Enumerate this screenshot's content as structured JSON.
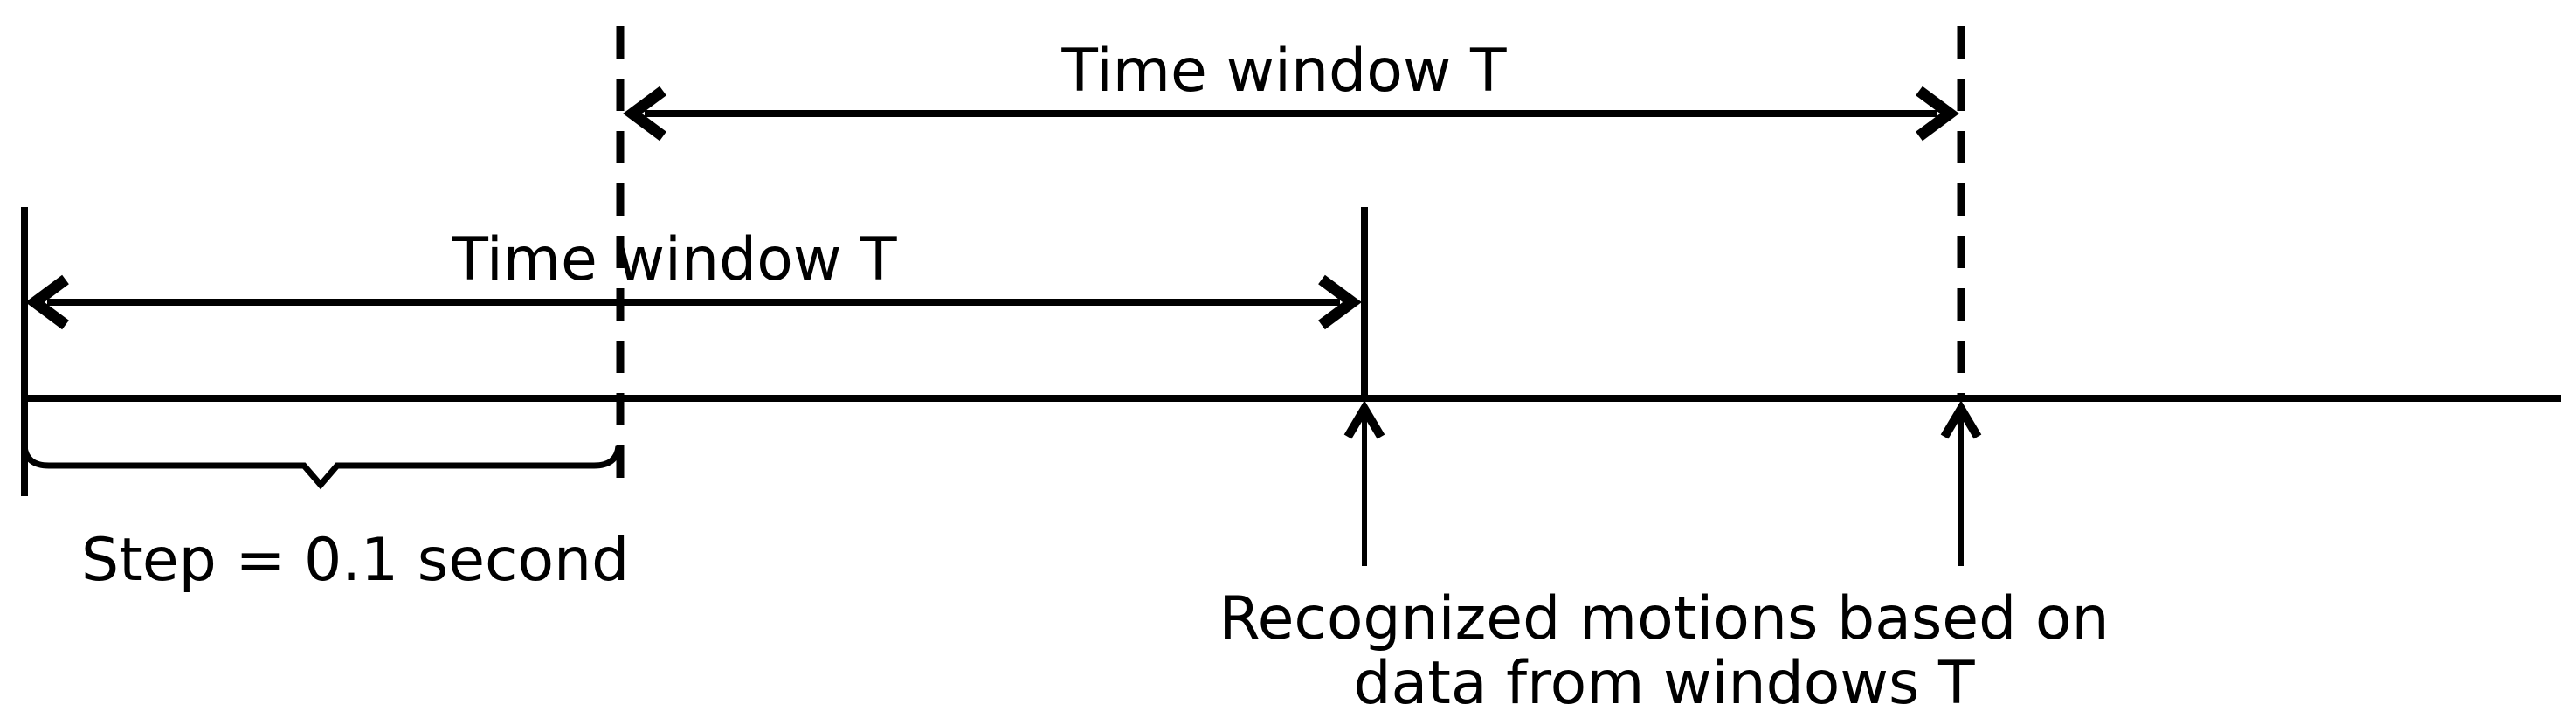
{
  "labels": {
    "top_window": "Time window T",
    "left_window": "Time window T",
    "step": "Step = 0.1 second",
    "recognized_line1": "Recognized motions based on",
    "recognized_line2": "data from windows T"
  },
  "colors": {
    "line": "#000000",
    "text": "#000000",
    "background": "#ffffff"
  }
}
